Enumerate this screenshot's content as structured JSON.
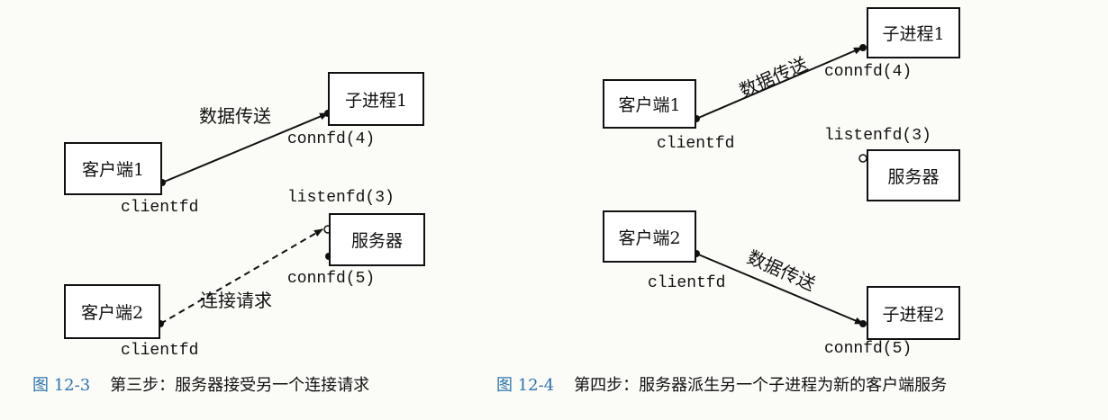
{
  "fig3": {
    "client1": {
      "label": "客户端1",
      "fd": "clientfd"
    },
    "child1": {
      "label": "子进程1",
      "fd": "connfd(4)"
    },
    "server": {
      "label": "服务器",
      "listen_fd": "listenfd(3)",
      "conn_fd": "connfd(5)"
    },
    "client2": {
      "label": "客户端2",
      "fd": "clientfd"
    },
    "data_transfer": "数据传送",
    "connect_request": "连接请求",
    "caption": {
      "number": "图 12-3",
      "text": "第三步：服务器接受另一个连接请求"
    }
  },
  "fig4": {
    "client1": {
      "label": "客户端1",
      "fd": "clientfd"
    },
    "child1": {
      "label": "子进程1",
      "fd": "connfd(4)"
    },
    "server": {
      "label": "服务器",
      "listen_fd": "listenfd(3)"
    },
    "client2": {
      "label": "客户端2",
      "fd": "clientfd"
    },
    "child2": {
      "label": "子进程2",
      "fd": "connfd(5)"
    },
    "data_transfer_1": "数据传送",
    "data_transfer_2": "数据传送",
    "caption": {
      "number": "图 12-4",
      "text": "第四步：服务器派生另一个子进程为新的客户端服务"
    }
  }
}
